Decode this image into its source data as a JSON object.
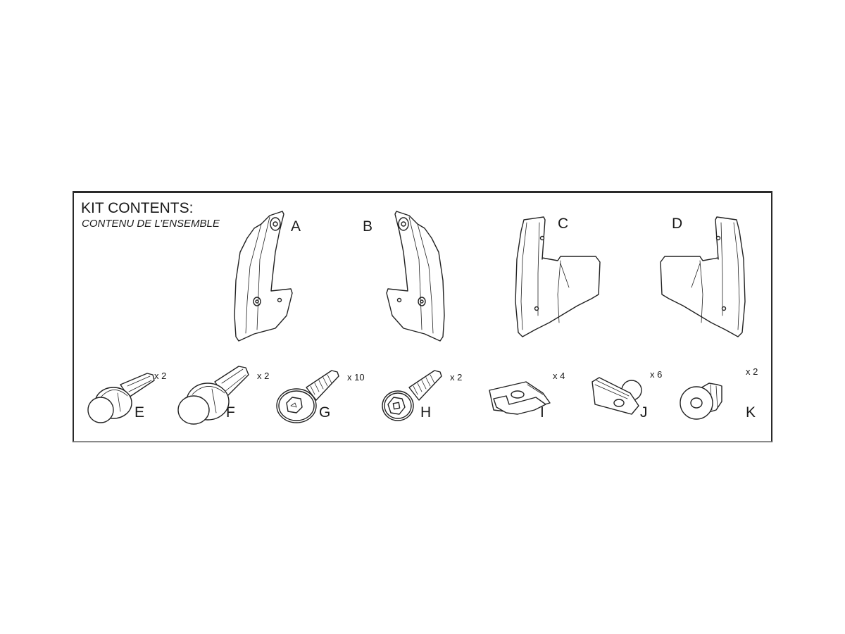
{
  "header": {
    "title": "KIT CONTENTS:",
    "subtitle": "CONTENU DE L’ENSEMBLE"
  },
  "parts": [
    {
      "id": "A",
      "label": "A",
      "quantity": "",
      "icon": "mud-flap-front-left-icon"
    },
    {
      "id": "B",
      "label": "B",
      "quantity": "",
      "icon": "mud-flap-front-right-icon"
    },
    {
      "id": "C",
      "label": "C",
      "quantity": "",
      "icon": "mud-flap-rear-left-icon"
    },
    {
      "id": "D",
      "label": "D",
      "quantity": "",
      "icon": "mud-flap-rear-right-icon"
    },
    {
      "id": "E",
      "label": "E",
      "quantity": "x 2",
      "icon": "push-rivet-small-icon"
    },
    {
      "id": "F",
      "label": "F",
      "quantity": "x 2",
      "icon": "push-rivet-large-icon"
    },
    {
      "id": "G",
      "label": "G",
      "quantity": "x 10",
      "icon": "hex-washer-screw-icon"
    },
    {
      "id": "H",
      "label": "H",
      "quantity": "x 2",
      "icon": "hex-washer-screw-square-drive-icon"
    },
    {
      "id": "I",
      "label": "I",
      "quantity": "x 4",
      "icon": "u-nut-clip-icon"
    },
    {
      "id": "J",
      "label": "J",
      "quantity": "x 6",
      "icon": "j-clip-nut-icon"
    },
    {
      "id": "K",
      "label": "K",
      "quantity": "x 2",
      "icon": "grommet-icon"
    }
  ]
}
